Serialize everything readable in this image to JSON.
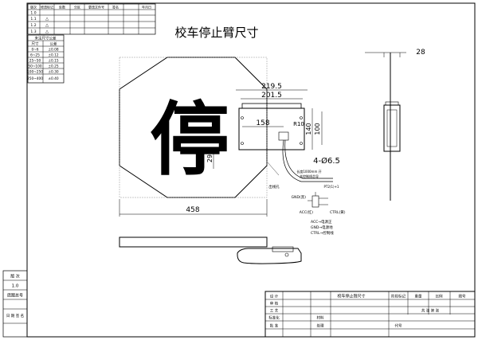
{
  "title": "校车停止臂尺寸",
  "sign_char": "停",
  "dims": {
    "w_outer": "219.5",
    "w_inner": "201.5",
    "w_slot": "158",
    "radius": "R10",
    "h_box": "140",
    "h_small": "100",
    "h_offset": "29",
    "holes": "4-Ø6.5",
    "width_total": "458",
    "side_depth": "28"
  },
  "wiring": {
    "cable_note_1": "长度1000mm 开",
    "cable_note_2": "关控制线芯导",
    "hole_label": "出线孔",
    "connector": "PT2(1)+1",
    "wire_gnd": "GND(黑)",
    "wire_acc": "ACC(红)",
    "wire_ctrl": "CTRL(黄)",
    "legend_1": "ACC→电源正",
    "legend_2": "GND→电源地",
    "legend_3": "CTRL→控制线"
  },
  "rev_table": {
    "headers": [
      "版次",
      "修改标记",
      "处数",
      "分区",
      "更改文件号",
      "签名",
      "年月日"
    ],
    "rows": [
      {
        "id": "1.0",
        "mark": ""
      },
      {
        "id": "1.1",
        "mark": "△"
      },
      {
        "id": "1.2",
        "mark": "△"
      },
      {
        "id": "1.3",
        "mark": "△"
      }
    ]
  },
  "tol_table": {
    "title": "未注尺寸公差",
    "headers": [
      "尺寸",
      "公差"
    ],
    "rows": [
      [
        "0~6",
        "±0.08"
      ],
      [
        "6~25",
        "±0.12"
      ],
      [
        "25~50",
        "±0.15"
      ],
      [
        "50~100",
        "±0.25"
      ],
      [
        "100~250",
        "±0.30"
      ],
      [
        "250~400",
        "±0.40"
      ]
    ]
  },
  "left_block": {
    "label_1": "版 次",
    "value_1": "1.0",
    "label_2": "底图总号",
    "label_3": "日 期 签 名"
  },
  "title_block": {
    "roles": [
      "设 计",
      "审 核",
      "工 艺",
      "标准化",
      "批 准"
    ],
    "part_name": "校车停止臂尺寸",
    "material_label": "材料",
    "process_label": "处理",
    "scale_label": "比例",
    "stage_label": "阶段标记",
    "weight_label": "重量",
    "sheet_label": "共 张 第 张",
    "code_label": "图号",
    "zone_label": "代号"
  }
}
